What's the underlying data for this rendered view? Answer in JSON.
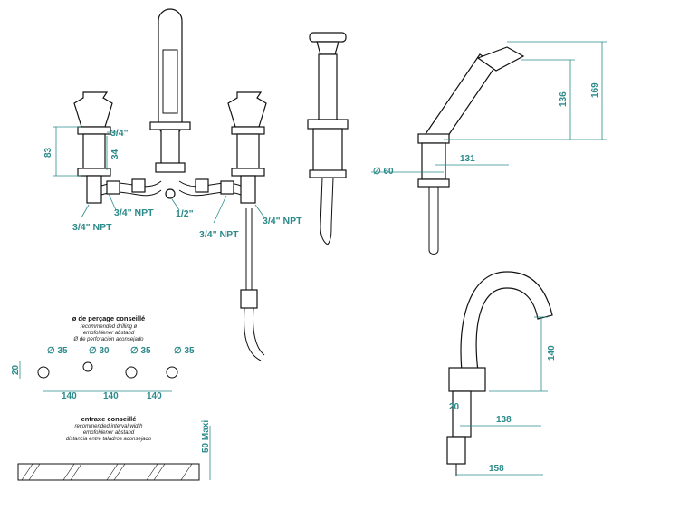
{
  "front": {
    "dims": {
      "d83": "83",
      "d34": "34"
    },
    "threads": {
      "top": "3/4\"",
      "npt_left": "3/4\" NPT",
      "npt_mid": "3/4\" NPT",
      "half": "1/2\"",
      "npt_bottom": "3/4\" NPT",
      "npt_right": "3/4\" NPT"
    }
  },
  "angled": {
    "dims": {
      "d169": "169",
      "d136": "136",
      "d131": "131",
      "dia60": "∅ 60"
    }
  },
  "drilling": {
    "title": "ø de perçage conseillé",
    "sub_en": "recommended drilling ø",
    "sub_de": "empfohlener abstand",
    "sub_es": "Ø de perforación aconsejado",
    "holes": [
      "∅ 35",
      "∅ 30",
      "∅ 35",
      "∅ 35"
    ],
    "offset": "20",
    "spacing": [
      "140",
      "140",
      "140"
    ]
  },
  "interval": {
    "title": "entraxe conseillé",
    "sub_en": "recommended interval width",
    "sub_de": "empfohlener abstand",
    "sub_es": "distancia entre taladros aconsejado",
    "max": "50 Maxi"
  },
  "spout": {
    "dims": {
      "d140": "140",
      "d138": "138",
      "d20": "20",
      "d158": "158"
    }
  }
}
